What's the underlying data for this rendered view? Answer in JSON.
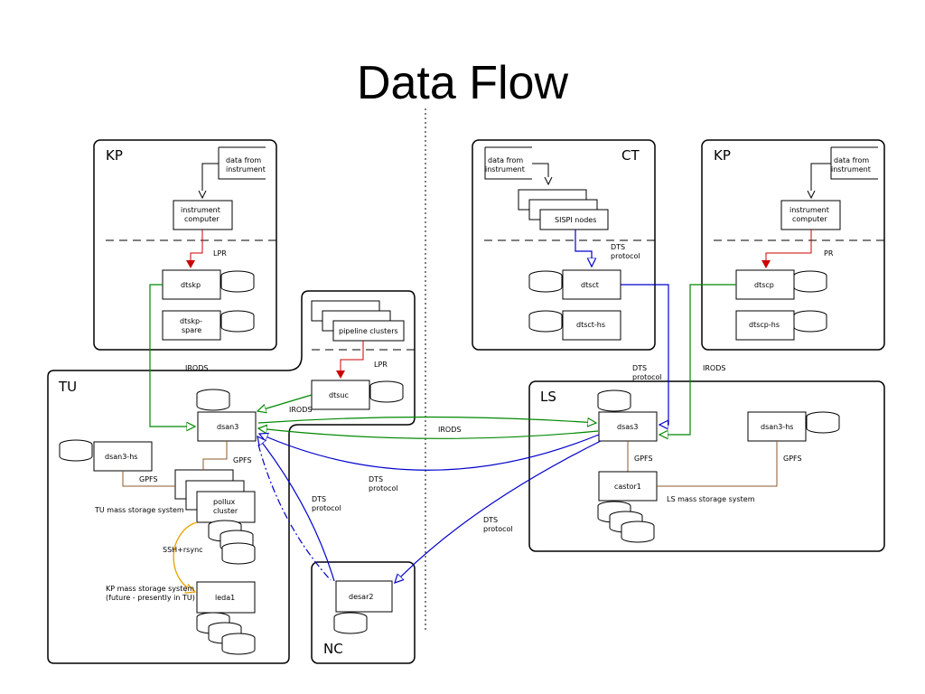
{
  "title": "Data Flow",
  "sites": {
    "kp_left": "KP",
    "ct": "CT",
    "kp_right": "KP",
    "tu": "TU",
    "ls": "LS",
    "nc": "NC"
  },
  "nodes": {
    "data_from_instrument_kp": [
      "data from",
      "instrument"
    ],
    "instrument_computer_kp": [
      "instrument",
      "computer"
    ],
    "dtskp": "dtskp",
    "dtskp_spare": [
      "dtskp-",
      "spare"
    ],
    "pipeline_clusters": "pipeline clusters",
    "dtsuc": "dtsuc",
    "dsan3": "dsan3",
    "dsan3_hs": "dsan3-hs",
    "pollux_cluster": [
      "pollux",
      "cluster"
    ],
    "leda1": "leda1",
    "desar2": "desar2",
    "data_from_instrument_ct": [
      "data from",
      "instrument"
    ],
    "sispi_nodes": "SISPI nodes",
    "dtsct": "dtsct",
    "dtsct_hs": "dtsct-hs",
    "data_from_instrument_kp2": [
      "data from",
      "instrument"
    ],
    "instrument_computer_kp2": [
      "instrument",
      "computer"
    ],
    "dtscp": "dtscp",
    "dtscp_hs": "dtscp-hs",
    "dsas3": "dsas3",
    "dsan3_hs_ls": "dsan3-hs",
    "castor1": "castor1"
  },
  "labels": {
    "lpr_kp": "LPR",
    "lpr_tu": "LPR",
    "pr_kp2": "PR",
    "irods_kp": "IRODS",
    "irods_tu": "IRODS",
    "irods_mid": "IRODS",
    "irods_right": "IRODS",
    "dts_ct": [
      "DTS",
      "protocol"
    ],
    "dts_mid_top": [
      "DTS",
      "protocol"
    ],
    "dts_mid": [
      "DTS",
      "protocol"
    ],
    "dts_tu": [
      "DTS",
      "protocol"
    ],
    "dts_ls": [
      "DTS",
      "protocol"
    ],
    "gpfs_1": "GPFS",
    "gpfs_2": "GPFS",
    "gpfs_3": "GPFS",
    "gpfs_4": "GPFS",
    "tu_mass": "TU mass storage system",
    "ls_mass": "LS mass storage system",
    "ssh_rsync": "SSH+rsync",
    "kp_mass": [
      "KP mass storage system",
      "(future - presently in TU)"
    ]
  },
  "colors": {
    "lpr": "#cc0000",
    "irods": "#008800",
    "dts": "#0000cc",
    "gpfs": "#8b5a2b",
    "ssh": "#e8a000"
  }
}
